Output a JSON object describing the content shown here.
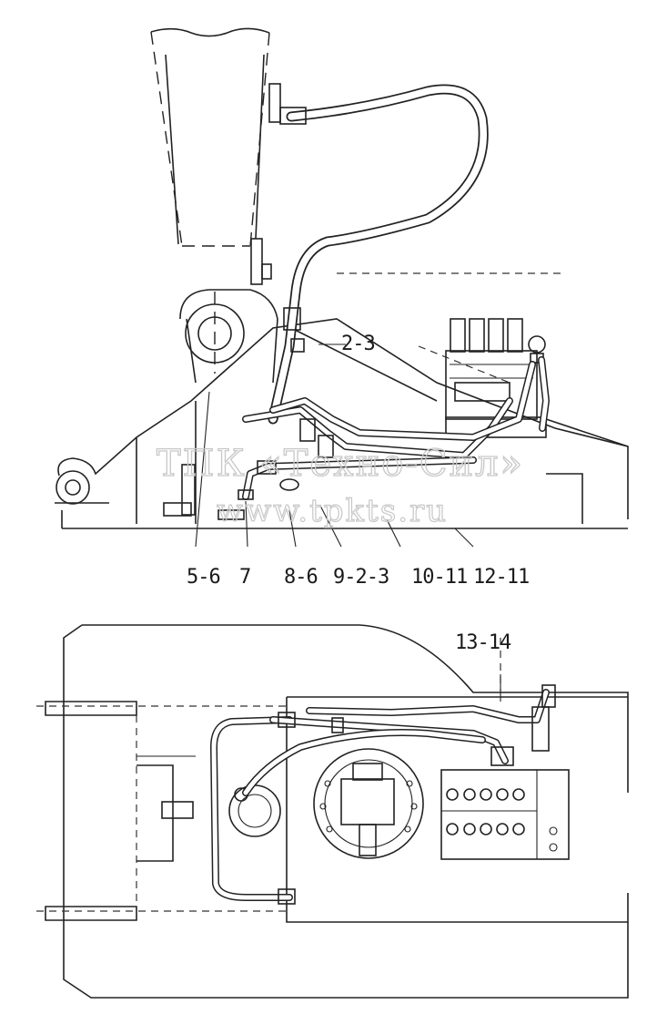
{
  "watermark": {
    "company": "ТПК «Техно-Сил»",
    "url": "www.tpkts.ru"
  },
  "callouts": {
    "top_view": [
      {
        "id": "c-2-3",
        "label": "2-3"
      },
      {
        "id": "c-5-6",
        "label": "5-6"
      },
      {
        "id": "c-7",
        "label": "7"
      },
      {
        "id": "c-8-6",
        "label": "8-6"
      },
      {
        "id": "c-9-2-3",
        "label": "9-2-3"
      },
      {
        "id": "c-10-11",
        "label": "10-11"
      },
      {
        "id": "c-12-11",
        "label": "12-11"
      }
    ],
    "plan_view": [
      {
        "id": "c-13-14",
        "label": "13-14"
      }
    ]
  }
}
